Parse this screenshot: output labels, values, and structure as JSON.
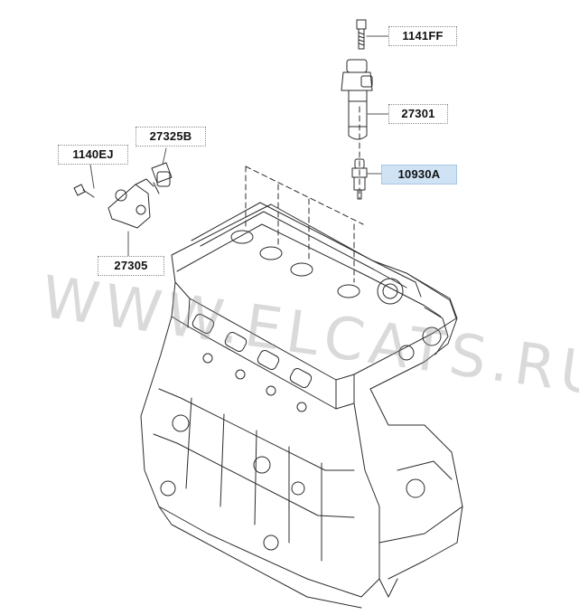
{
  "watermark_text": "WWW.ELCATS.RU",
  "callouts": [
    {
      "id": "1141ff",
      "label": "1141FF",
      "highlighted": false
    },
    {
      "id": "27301",
      "label": "27301",
      "highlighted": false
    },
    {
      "id": "10930a",
      "label": "10930A",
      "highlighted": true
    },
    {
      "id": "27325b",
      "label": "27325B",
      "highlighted": false
    },
    {
      "id": "1140ej",
      "label": "1140EJ",
      "highlighted": false
    },
    {
      "id": "27305",
      "label": "27305",
      "highlighted": false
    }
  ],
  "colors": {
    "line_art": "#2b2b2b",
    "highlight_fill": "#cfe3f5",
    "watermark": "#969696"
  }
}
